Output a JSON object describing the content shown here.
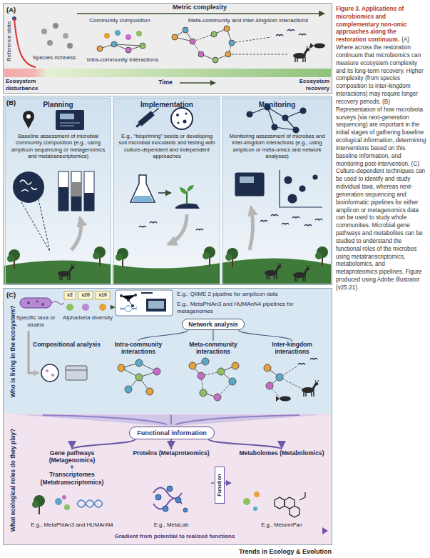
{
  "diagram": {
    "title": "Figure 3. Applications of microbiomics and complementary non-omic approaches along the restoration continuum.",
    "caption": "(A) Where across the restoration continuum that microbiomics can measure ecosystem complexity and its long-term recovery. Higher complexity (from species composition to inter-kingdom interactions) may require longer recovery periods. (B) Representation of how microbiota surveys (via next-generation sequencing) are important in the initial stages of gathering baseline ecological information, determining interventions based on this baseline information, and monitoring post-intervention. (C) Culture-dependent techniques can be used to identify and study individual taxa, whereas next-generation sequencing and bioinformatic pipelines for either amplicon or metagenomics data can be used to study whole communities. Microbial gene pathways and metabolites can be studied to understand the functional roles of the microbes using metatranscriptomics, metabolomics, and metaproteomics pipelines. Figure produced using Adobe Illustrator (v25.21).",
    "nodes": [
      {
        "text": [
          "(A)"
        ]
      },
      {
        "text": [
          "(B)"
        ]
      },
      {
        "text": [
          "Planning",
          "Baseline assessment of microbial community composition (e.g., using amplicon sequencing or metagenomics and metatranscriptomics)"
        ],
        "in": 1
      },
      {
        "text": [
          "Implementation",
          "E.g., “biopriming” seeds or developing soil microbial inoculants and testing with culture-dependent and independent approaches"
        ],
        "in": 1
      },
      {
        "text": [
          "Monitoring",
          "Monitoring assessment of microbes and inter-kingdom interactions (e.g., using amplicon or meta-omics and network analyses)"
        ],
        "in": 1
      },
      {
        "text": [
          "(C)"
        ]
      },
      {
        "text": [
          "Who is living in the ecosystem?"
        ],
        "in": 5
      },
      {
        "text": [
          "Network analysis"
        ],
        "in": 6
      },
      {
        "text": [
          "Compositional analysis"
        ],
        "in": 6
      },
      {
        "text": [
          "Intra-community interactions"
        ],
        "in": 6
      },
      {
        "text": [
          "Meta-community interactions"
        ],
        "in": 6
      },
      {
        "text": [
          "Inter-kingdom interactions"
        ],
        "in": 6
      },
      {
        "text": [
          "What ecological roles do they play?"
        ],
        "in": 5
      },
      {
        "text": [
          "Functional information"
        ],
        "in": 12
      },
      {
        "text": [
          "Gene pathways (Metagenomics)",
          "+",
          "Transcriptomes (Metatranscriptomics)",
          "E.g., MetaPhlAn3 and HUMAnN4"
        ],
        "in": 12
      },
      {
        "text": [
          "Proteins (Metaproteomics)",
          "E.g., MetaLab"
        ],
        "in": 12
      },
      {
        "text": [
          "Function"
        ],
        "in": 12
      },
      {
        "text": [
          "Metabolomes (Metabolomics)",
          "E.g., MelonnPan"
        ],
        "in": 12
      }
    ],
    "edges": [
      {
        "from": 7,
        "to": 9,
        "arrow": "none"
      },
      {
        "from": 7,
        "to": 10,
        "arrow": "none"
      },
      {
        "from": 7,
        "to": 11,
        "arrow": "none"
      },
      {
        "from": 13,
        "to": 14,
        "arrow": "to"
      },
      {
        "from": 13,
        "to": 15,
        "arrow": "to"
      },
      {
        "from": 13,
        "to": 17,
        "arrow": "to"
      }
    ],
    "labels": [
      "Metric complexity",
      "Reference state",
      "Species richness",
      "Community composition",
      "Intra-community interactions",
      "Meta-community and inter-kingdom interactions",
      "Ecosystem disturbance",
      "Time",
      "Ecosystem recovery",
      "Specific taxa or strains",
      "Alpha/beta diversity",
      "x2",
      "x20",
      "x10",
      "E.g., QIIME 2 pipeline for amplicon data",
      "E.g., MetaPhlAn3 and HUMAnN4 pipelines for metagenomes",
      "Gradient from potential to realised functions",
      "Trends in Ecology & Evolution"
    ]
  }
}
